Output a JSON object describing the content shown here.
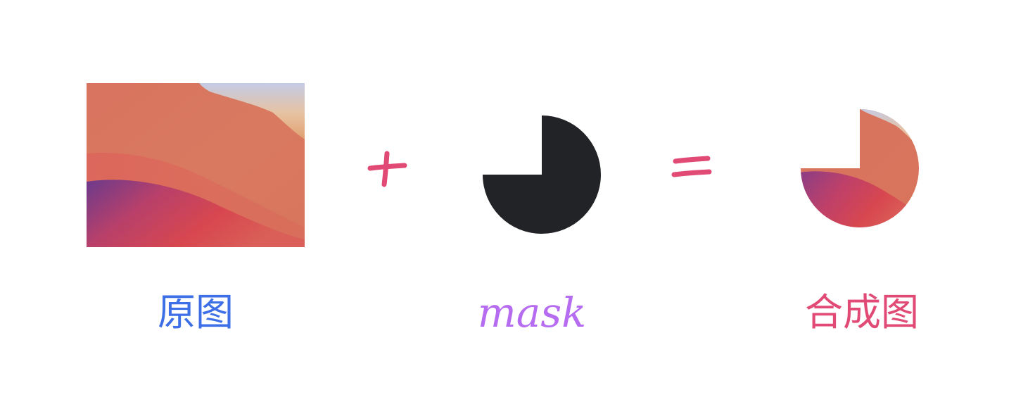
{
  "labels": {
    "original": "原图",
    "mask": "mask",
    "composite": "合成图"
  },
  "operators": {
    "plus": "+",
    "equals": "="
  },
  "colors": {
    "label_original": "#3d6fe6",
    "label_mask": "#b66cf0",
    "label_composite": "#e04a75",
    "operator": "#e04a75",
    "mask_fill": "#222326"
  },
  "icons": [
    "gradient-wallpaper-image",
    "plus-icon",
    "pie-mask-shape",
    "equals-icon",
    "masked-wallpaper-image"
  ]
}
